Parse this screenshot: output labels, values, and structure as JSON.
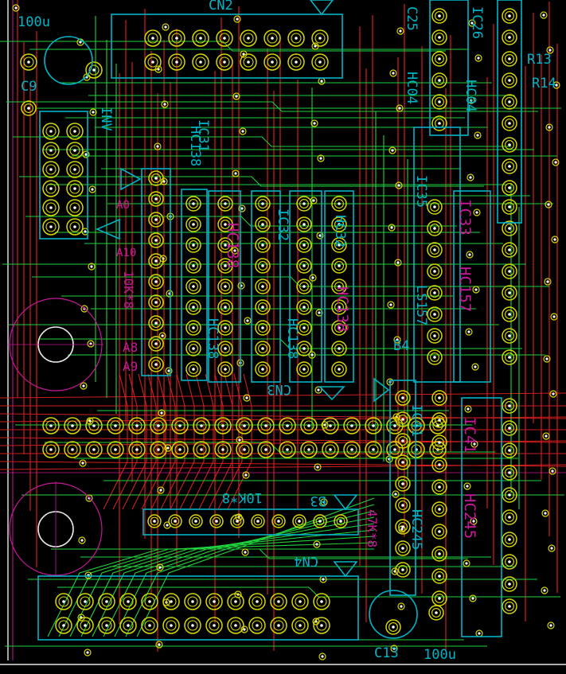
{
  "board": {
    "background": "#000000",
    "colors": {
      "trace_top": "#20d23c",
      "trace_bottom": "#d21e1e",
      "silkscreen": "#00b4c8",
      "ref_text": "#c8189a",
      "pad_ring": "#d8d800",
      "board_edge": "#e8e8e8"
    }
  },
  "labels": {
    "c9_value": "100u",
    "c9_ref": "C9",
    "cn2_top": "CN2",
    "ic26": "IC26",
    "c25": "C25",
    "hc04_a": "HC04",
    "hc04_b": "HC04",
    "r13": "R13",
    "r14": "R14",
    "ic31": "IC31",
    "hc138_a": "HC138",
    "ic32": "IC32",
    "hc138_b": "HC138",
    "hc138_c": "HC138",
    "hc138_d": "HC138",
    "hc32": "HC32",
    "ic33": "IC33",
    "hc157": "HC157",
    "ic35": "IC35",
    "ls157": "LS157",
    "b4": "B4",
    "cn3": "CN3",
    "a8": "A8",
    "a9": "A9",
    "rn_10k": "10K*8",
    "rn_10k_lower": "10K*8",
    "ic41_a": "IC41",
    "ic41_b": "IC41",
    "hc245_a": "HC245",
    "hc245_b": "HC245",
    "rn_47k": "47K*8",
    "cn4": "CN4",
    "c13_ref": "C13",
    "c13_value": "100u",
    "inv": "INV",
    "b3": "B3",
    "ao": "AO",
    "a10": "A10"
  }
}
